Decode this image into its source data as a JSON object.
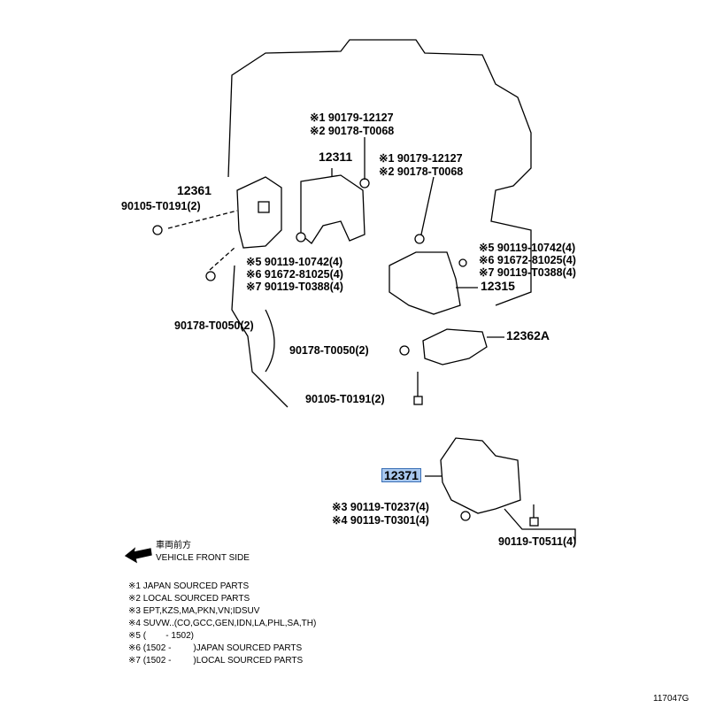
{
  "diagram_code": "117047G",
  "parts": {
    "p_12311": "12311",
    "p_12361": "12361",
    "p_12315": "12315",
    "p_12362A": "12362A",
    "p_12371": "12371",
    "top_n1": "※1 90179-12127",
    "top_n2": "※2 90178-T0068",
    "mid_n1": "※1 90179-12127",
    "mid_n2": "※2 90178-T0068",
    "bolt_left": "90105-T0191(2)",
    "left_n5": "※5 90119-10742(4)",
    "left_n6": "※6 91672-81025(4)",
    "left_n7": "※7 90119-T0388(4)",
    "right_n5": "※5 90119-10742(4)",
    "right_n6": "※6 91672-81025(4)",
    "right_n7": "※7 90119-T0388(4)",
    "nut_left": "90178-T0050(2)",
    "nut_mid": "90178-T0050(2)",
    "bolt_mid": "90105-T0191(2)",
    "low_n3": "※3 90119-T0237(4)",
    "low_n4": "※4 90119-T0301(4)",
    "bolt_right": "90119-T0511(4)"
  },
  "legend": {
    "direction_jp": "車両前方",
    "direction_en": "VEHICLE FRONT SIDE"
  },
  "notes": [
    "※1 JAPAN SOURCED PARTS",
    "※2 LOCAL SOURCED PARTS",
    "※3 EPT,KZS,MA,PKN,VN;IDSUV",
    "※4 SUVW..(CO,GCC,GEN,IDN,LA,PHL,SA,TH)",
    "※5 (        - 1502)",
    "※6 (1502 -         )JAPAN SOURCED PARTS",
    "※7 (1502 -         )LOCAL SOURCED PARTS"
  ],
  "colors": {
    "highlight": "#a9c8ee",
    "line": "#000000"
  }
}
